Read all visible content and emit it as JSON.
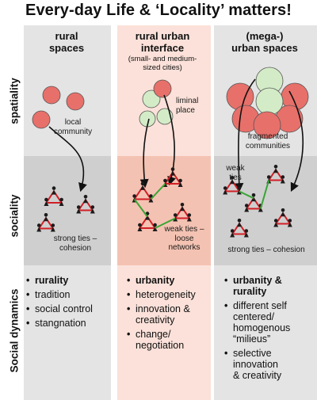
{
  "title": "Every-day Life & ‘Locality’ matters!",
  "rows": {
    "spatiality": "spatiality",
    "sociality": "sociality",
    "social_dynamics": "Social dynamics"
  },
  "columns": [
    {
      "heading": "rural\nspaces",
      "subheading": "",
      "spatial_label": "local\ncommunity",
      "social_label": "strong ties –\ncohesion",
      "dynamics": [
        {
          "text": "rurality",
          "bold": true
        },
        {
          "text": "tradition",
          "bold": false
        },
        {
          "text": "social control",
          "bold": false
        },
        {
          "text": "stangnation",
          "bold": false
        }
      ]
    },
    {
      "heading": "rural urban\ninterface",
      "subheading": "(small- and medium-\nsized cities)",
      "spatial_label": "liminal\nplace",
      "social_label": "weak ties –\nloose\nnetworks",
      "dynamics": [
        {
          "text": "urbanity",
          "bold": true
        },
        {
          "text": "heterogeneity",
          "bold": false
        },
        {
          "text": "innovation &\ncreativity",
          "bold": false
        },
        {
          "text": "change/\nnegotiation",
          "bold": false
        }
      ]
    },
    {
      "heading": "(mega-)\nurban spaces",
      "subheading": "",
      "spatial_label": "fragmented\ncommunities",
      "social_label_top": "weak\nties",
      "social_label": "strong ties – cohesion",
      "dynamics": [
        {
          "text": "urbanity &\nrurality",
          "bold": true
        },
        {
          "text": "different self\ncentered/\nhomogenous\n“milieus”",
          "bold": false
        },
        {
          "text": "selective\ninnovation\n& creativity",
          "bold": false
        }
      ]
    }
  ],
  "colors": {
    "panel_light": "#e4e4e4",
    "panel_dark": "#cfcfcf",
    "interface_light": "#fbe1d9",
    "interface_dark": "#f4c2b2",
    "red_circle": "#e8706a",
    "green_circle": "#d3ecc7",
    "red_tie": "#d11f26",
    "green_tie": "#3aa535",
    "node": "#1b1b1b"
  }
}
